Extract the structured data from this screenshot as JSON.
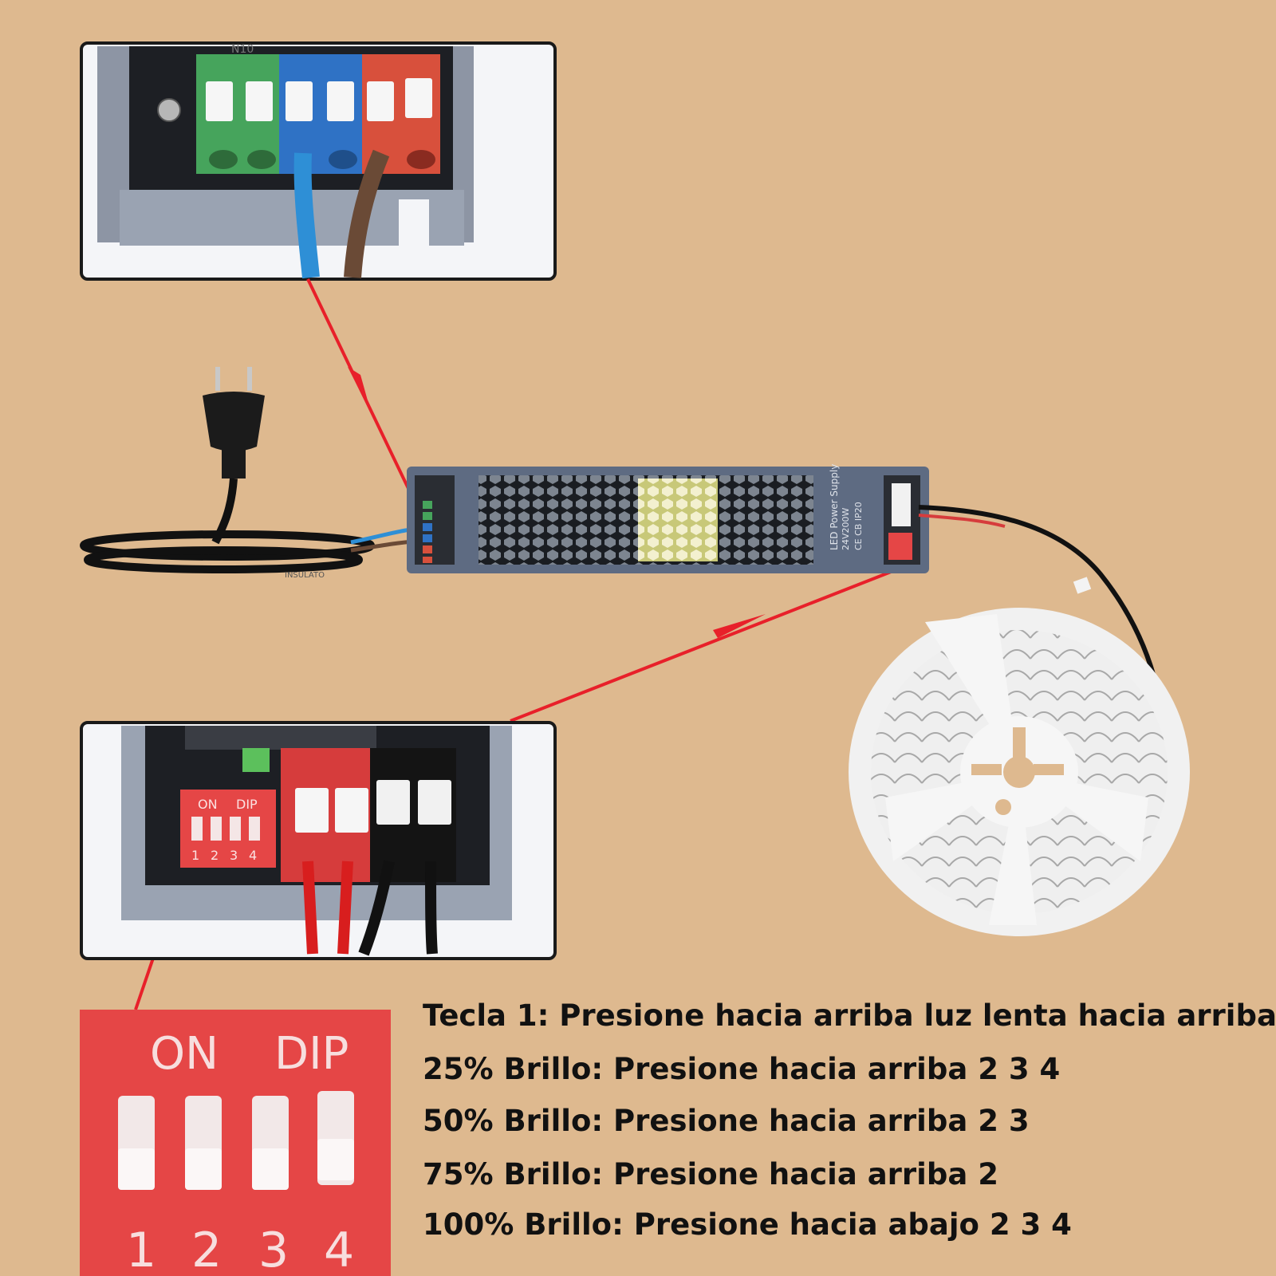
{
  "closeup_top": {
    "label_fragment": "N10",
    "terminal_colors": [
      "#46a45c",
      "#46a45c",
      "#2f72c5",
      "#2f72c5",
      "#d8503c",
      "#d8503c"
    ],
    "wire_colors": [
      "#2e8fd6",
      "#6a4a36"
    ]
  },
  "power_supply": {
    "brand": "LED Power Supply",
    "model": "24V200W",
    "marks": "CE CB IP20"
  },
  "plug": {
    "label": "INSULATO"
  },
  "closeup_bottom": {
    "dip_on_label": "ON",
    "dip_label": "DIP",
    "dip_numbers": [
      "1",
      "2",
      "3",
      "4"
    ],
    "terminal_colors": [
      "#d63c3c",
      "#d63c3c",
      "#141414",
      "#141414"
    ]
  },
  "dip_zoom": {
    "on_label": "ON",
    "dip_label": "DIP",
    "numbers": [
      "1",
      "2",
      "3",
      "4"
    ]
  },
  "instructions": [
    "Tecla 1: Presione hacia arriba luz lenta hacia arriba",
    "25% Brillo: Presione hacia arriba 2 3 4",
    "50% Brillo: Presione hacia arriba 2 3",
    "75% Brillo: Presione hacia arriba 2",
    "100% Brillo: Presione hacia abajo 2 3 4"
  ],
  "colors": {
    "background": "#deb98f",
    "arrow": "#e8202a",
    "dip_switch": "#e54646"
  }
}
